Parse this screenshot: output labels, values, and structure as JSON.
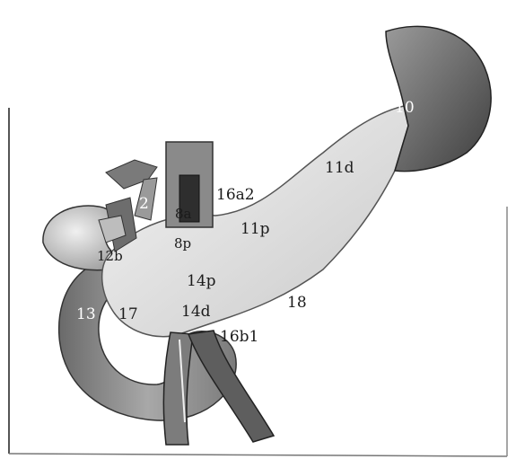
{
  "figure": {
    "labels": {
      "l10": "10",
      "l11d": "11d",
      "l16a2": "16a2",
      "l11p": "11p",
      "l2": "2",
      "l8a": "8a",
      "l8p": "8p",
      "l12b": "12b",
      "l14p": "14p",
      "l18": "18",
      "l17": "17",
      "l13": "13",
      "l14d": "14d",
      "l16b1": "16b1"
    },
    "colors": {
      "pancreas": "#e4e4e4",
      "duodenum": "#8f8f8f",
      "spleen": "#6f6f6f",
      "vessels": "#5a5a5a",
      "gallbladder": "#cfcfcf",
      "background": "#ffffff"
    }
  }
}
